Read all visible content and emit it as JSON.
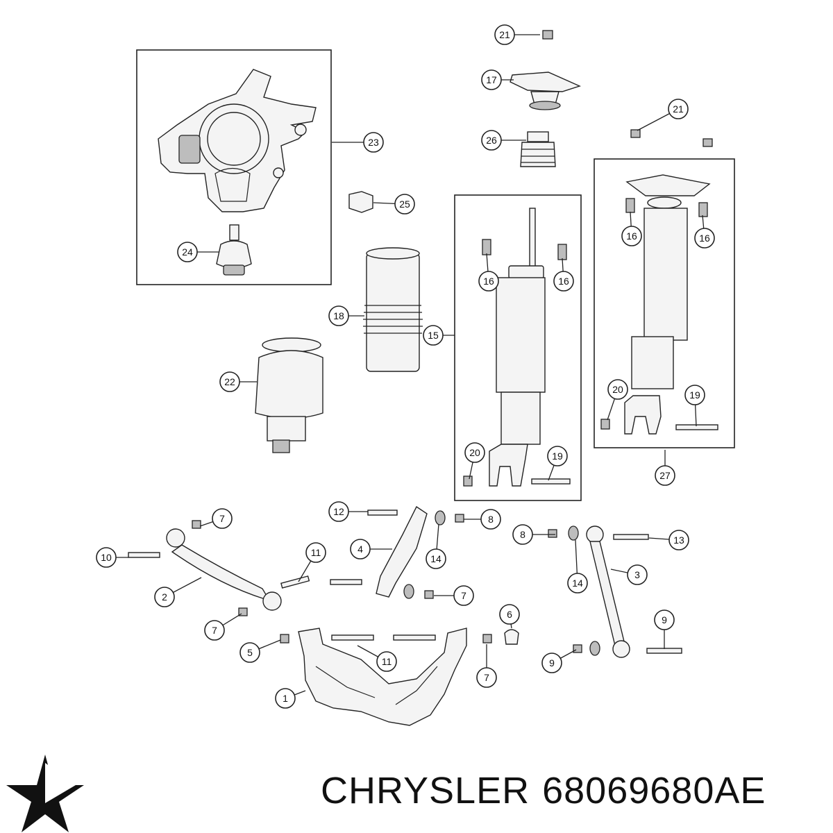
{
  "brand": {
    "name": "CHRYSLER",
    "part_number": "68069680AE",
    "logo_icon": "chrysler-pentastar-icon"
  },
  "callouts": [
    "21",
    "17",
    "21",
    "26",
    "23",
    "25",
    "24",
    "16",
    "16",
    "16",
    "16",
    "18",
    "15",
    "22",
    "20",
    "19",
    "20",
    "19",
    "27",
    "12",
    "8",
    "7",
    "4",
    "8",
    "13",
    "10",
    "11",
    "14",
    "2",
    "7",
    "3",
    "14",
    "6",
    "7",
    "9",
    "5",
    "11",
    "9",
    "7",
    "1"
  ],
  "colors": {
    "line": "#222222",
    "fill": "#f4f4f4",
    "shade": "#bdbdbd",
    "background": "#ffffff"
  }
}
